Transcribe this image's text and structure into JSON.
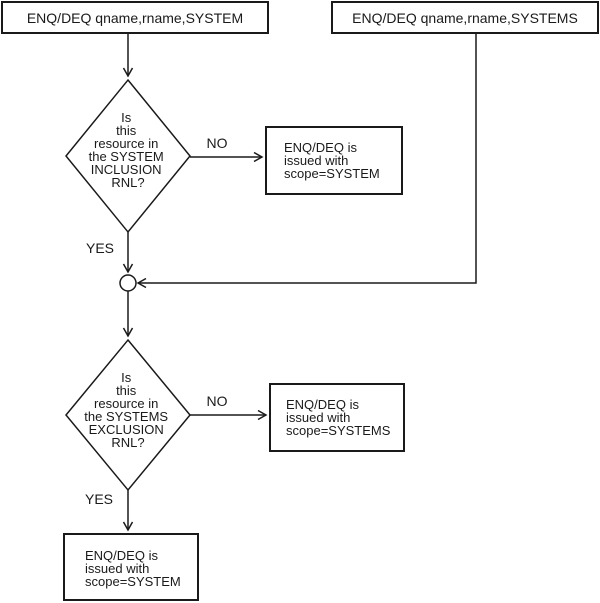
{
  "flowchart": {
    "background_color": "#ffffff",
    "line_color": "#1a1a1a",
    "entry_system": {
      "label": "ENQ/DEQ qname,rname,SYSTEM"
    },
    "entry_systems": {
      "label": "ENQ/DEQ qname,rname,SYSTEMS"
    },
    "decision_inclusion": {
      "lines": [
        "Is",
        "this",
        "resource in",
        "the SYSTEM",
        "INCLUSION",
        "RNL?"
      ],
      "no_label": "NO",
      "yes_label": "YES"
    },
    "result_inclusion_no": {
      "lines": [
        "ENQ/DEQ is",
        "issued with",
        "scope=SYSTEM"
      ]
    },
    "decision_exclusion": {
      "lines": [
        "Is",
        "this",
        "resource in",
        "the SYSTEMS",
        "EXCLUSION",
        "RNL?"
      ],
      "no_label": "NO",
      "yes_label": "YES"
    },
    "result_exclusion_no": {
      "lines": [
        "ENQ/DEQ is",
        "issued with",
        "scope=SYSTEMS"
      ]
    },
    "result_exclusion_yes": {
      "lines": [
        "ENQ/DEQ is",
        "issued with",
        "scope=SYSTEM"
      ]
    }
  }
}
